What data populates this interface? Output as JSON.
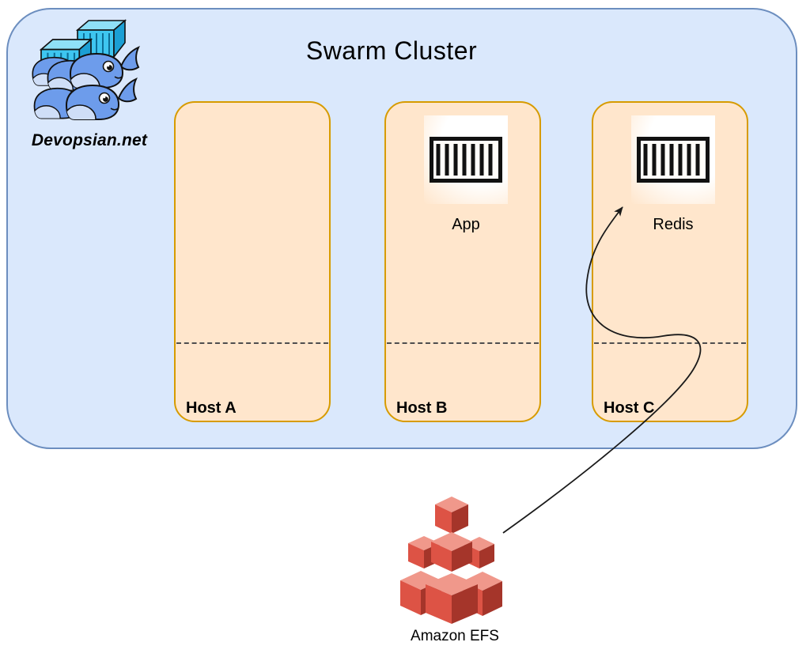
{
  "title": "Swarm Cluster",
  "logo": {
    "brand": "Devopsian.net",
    "icon": "docker-swarm-whales-icon"
  },
  "hosts": [
    {
      "label": "Host A",
      "container": null
    },
    {
      "label": "Host B",
      "container": "App"
    },
    {
      "label": "Host C",
      "container": "Redis"
    }
  ],
  "storage": {
    "label": "Amazon EFS",
    "icon": "aws-efs-cubes-icon"
  },
  "arrow": {
    "from": "Amazon EFS",
    "to": "Redis"
  },
  "colors": {
    "text": "#000000",
    "cluster_fill": "#dae8fc",
    "cluster_stroke": "#6c8ebf",
    "host_fill": "#ffe6cc",
    "host_stroke": "#d79b00",
    "divider": "#4e4e4e",
    "arrow": "#1a1a1a",
    "whale_body": "#6d9ceb",
    "whale_belly": "#cfdef7",
    "container_front": "#3ec6f0",
    "container_side": "#1b9fd4",
    "container_top": "#8fe0f7",
    "efs_top": "#f0988b",
    "efs_left": "#dd5345",
    "efs_right": "#a5352a"
  }
}
